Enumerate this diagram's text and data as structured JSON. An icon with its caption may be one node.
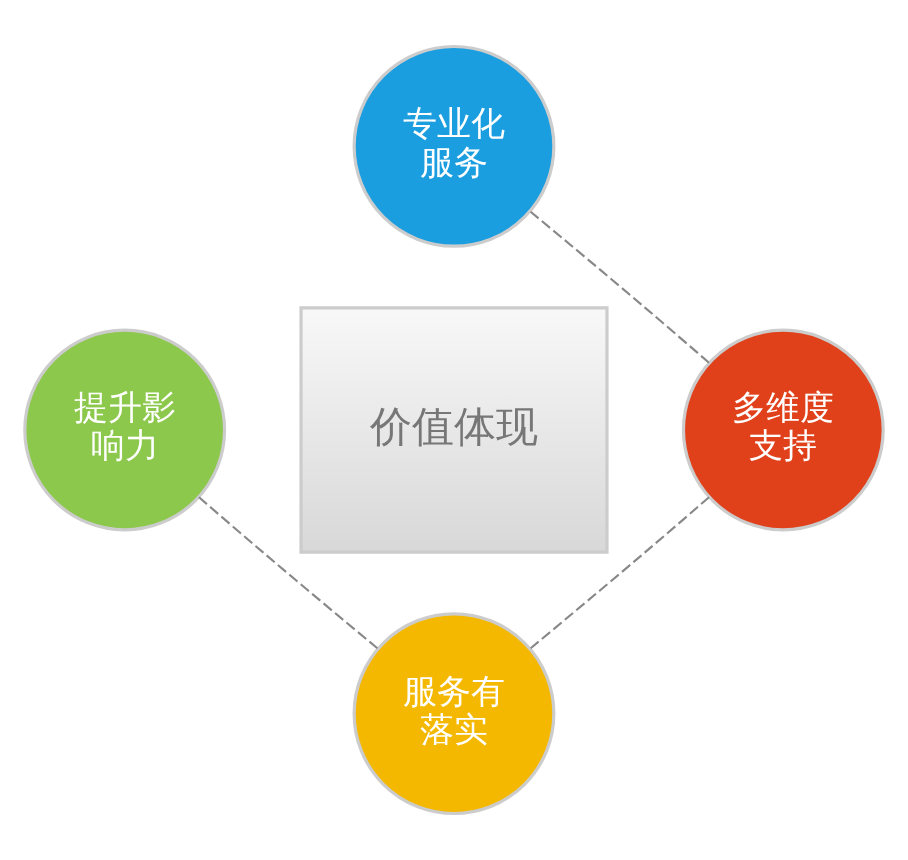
{
  "diagram": {
    "nodes": [
      {
        "text": [
          "专业化服务"
        ]
      },
      {
        "text": [
          "提升影响力"
        ]
      },
      {
        "text": [
          "价值体现"
        ]
      },
      {
        "text": [
          "多维度支持"
        ]
      },
      {
        "text": [
          "服务有落实"
        ]
      }
    ],
    "edges": [
      {
        "from": 0,
        "to": 3,
        "arrow": "none",
        "style": "dashed"
      },
      {
        "from": 3,
        "to": 4,
        "arrow": "none",
        "style": "dashed"
      },
      {
        "from": 4,
        "to": 1,
        "arrow": "none",
        "style": "dashed"
      }
    ]
  }
}
